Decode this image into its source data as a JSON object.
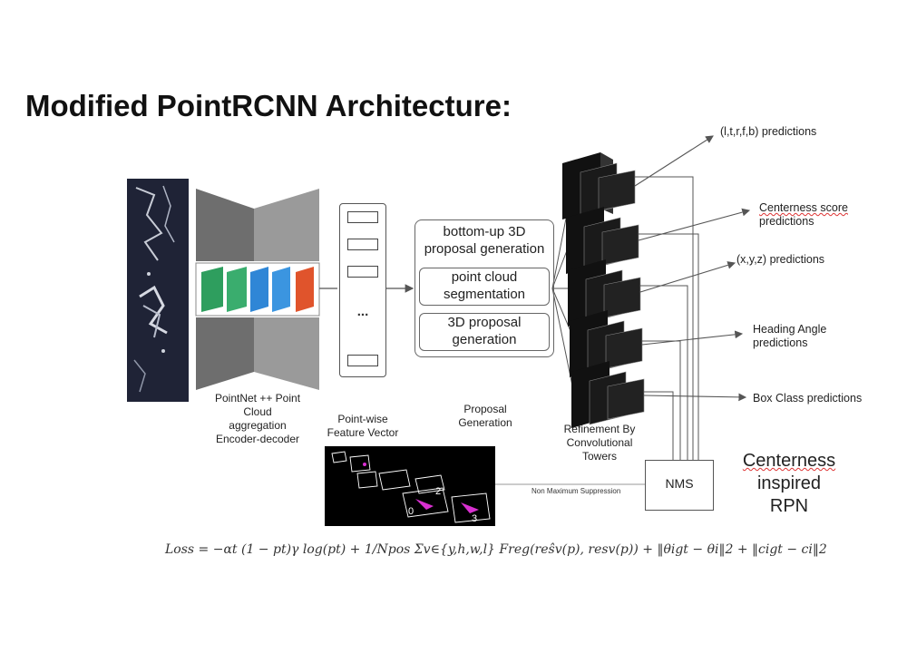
{
  "title": "Modified PointRCNN Architecture:",
  "labels": {
    "encoder": [
      "PointNet ++ Point",
      "Cloud",
      "aggregation",
      "Encoder-decoder"
    ],
    "pointwise": [
      "Point-wise",
      "Feature Vector"
    ],
    "proposal": [
      "Proposal",
      "Generation"
    ],
    "refinement": [
      "Refinement By",
      "Convolutional",
      "Towers"
    ],
    "nms_caption": "Non Maximum Suppression",
    "vector_dots": "..."
  },
  "proposal_boxes": {
    "top": [
      "bottom-up 3D",
      "proposal generation"
    ],
    "segmentation": [
      "point cloud",
      "segmentation"
    ],
    "generation": [
      "3D proposal",
      "generation"
    ]
  },
  "nms": "NMS",
  "predictions": {
    "ltrfb": "(l,t,r,f,b) predictions",
    "centerness": [
      "Centerness score",
      "predictions"
    ],
    "xyz": "(x,y,z) predictions",
    "heading": [
      "Heading Angle",
      "predictions"
    ],
    "boxclass": "Box Class predictions"
  },
  "rpn": [
    "Centerness",
    "inspired",
    "RPN"
  ],
  "detect_numbers": [
    "0",
    "3",
    "2"
  ],
  "loss": "Loss = −αt (1 − pt)γ log(pt) + 1/Npos Σv∈{y,h,w,l} Freg(reŝv(p), resv(p)) + ‖θigt − θi‖2 + ‖cigt − ci‖2",
  "colors": {
    "feature_green": "#2e9e5e",
    "feature_blue": "#2f86d6",
    "feature_orange": "#e0542c",
    "encoder_gray": "#6e6e6e",
    "detect_magenta": "#d830d0"
  }
}
